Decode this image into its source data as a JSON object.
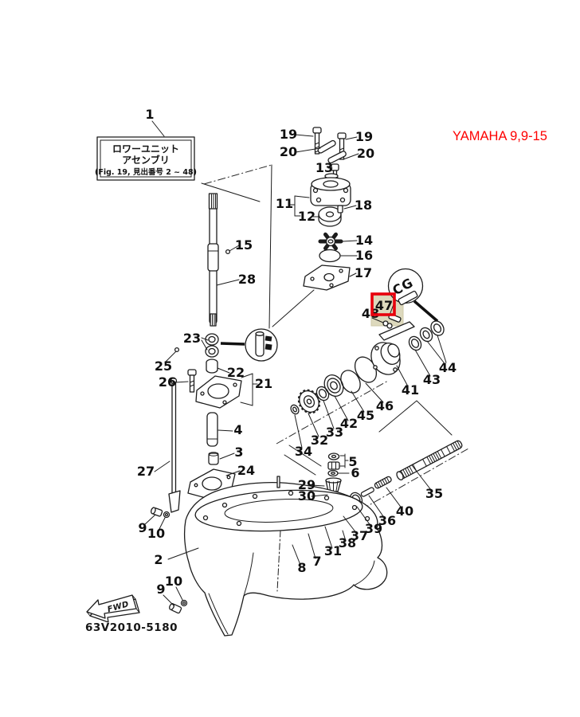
{
  "header": {
    "brand_title": "YAMAHA 9,9-15",
    "brand_color": "#fe0000"
  },
  "assembly_box": {
    "callout": "1",
    "title_line1": "ロワーユニット",
    "title_line2": "アセンブリ",
    "fig_line": "(Fig. 19, 見出番号 2 ~ 48)"
  },
  "footer": {
    "drawing_code": "63V2010-5180",
    "fwd_label": "FWD"
  },
  "detail_balloons": {
    "anode_marking": "CG"
  },
  "highlight": {
    "part_number": "47",
    "box_color": "#e8000c",
    "fill_color": "#d8d3b2"
  },
  "callouts": {
    "c1": "1",
    "c2": "2",
    "c3": "3",
    "c4": "4",
    "c5": "5",
    "c6": "6",
    "c7": "7",
    "c8": "8",
    "c9a": "9",
    "c9b": "9",
    "c10a": "10",
    "c10b": "10",
    "c11": "11",
    "c12": "12",
    "c13": "13",
    "c14": "14",
    "c15": "15",
    "c16": "16",
    "c17": "17",
    "c18": "18",
    "c19a": "19",
    "c19b": "19",
    "c20a": "20",
    "c20b": "20",
    "c21": "21",
    "c22": "22",
    "c23": "23",
    "c24": "24",
    "c25": "25",
    "c26": "26",
    "c27": "27",
    "c28": "28",
    "c29": "29",
    "c30": "30",
    "c31": "31",
    "c32": "32",
    "c33": "33",
    "c34": "34",
    "c35": "35",
    "c36": "36",
    "c37": "37",
    "c38": "38",
    "c39": "39",
    "c40": "40",
    "c41": "41",
    "c42": "42",
    "c43": "43",
    "c44": "44",
    "c45": "45",
    "c46": "46",
    "c47": "47",
    "c48": "48"
  }
}
